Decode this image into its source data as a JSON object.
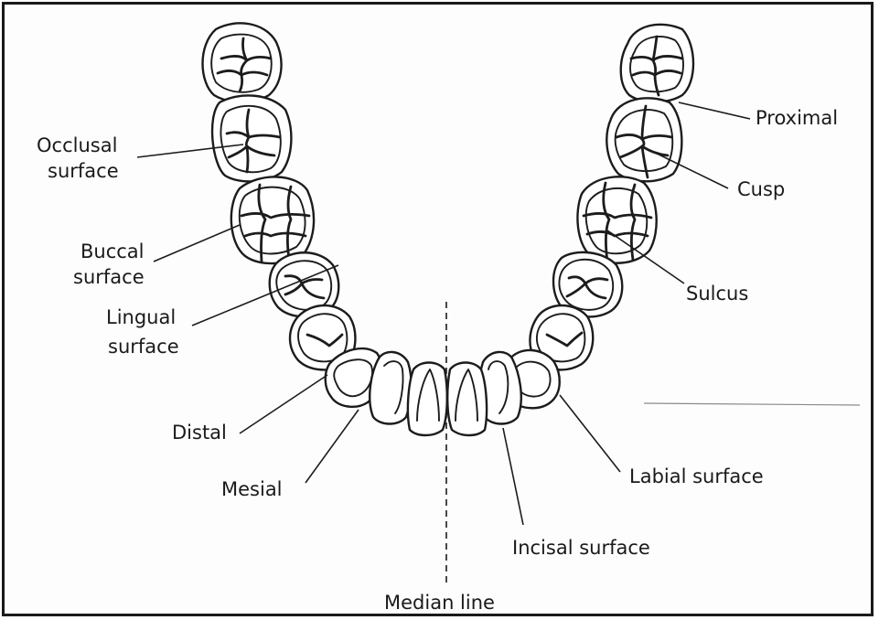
{
  "labels": {
    "occlusal_1": "Occlusal",
    "occlusal_2": "surface",
    "buccal_1": "Buccal",
    "buccal_2": "surface",
    "lingual_1": "Lingual",
    "lingual_2": "surface",
    "distal": "Distal",
    "mesial": "Mesial",
    "median_line": "Median line",
    "incisal_surface": "Incisal surface",
    "labial_surface": "Labial surface",
    "sulcus": "Sulcus",
    "cusp": "Cusp",
    "proximal": "Proximal"
  }
}
